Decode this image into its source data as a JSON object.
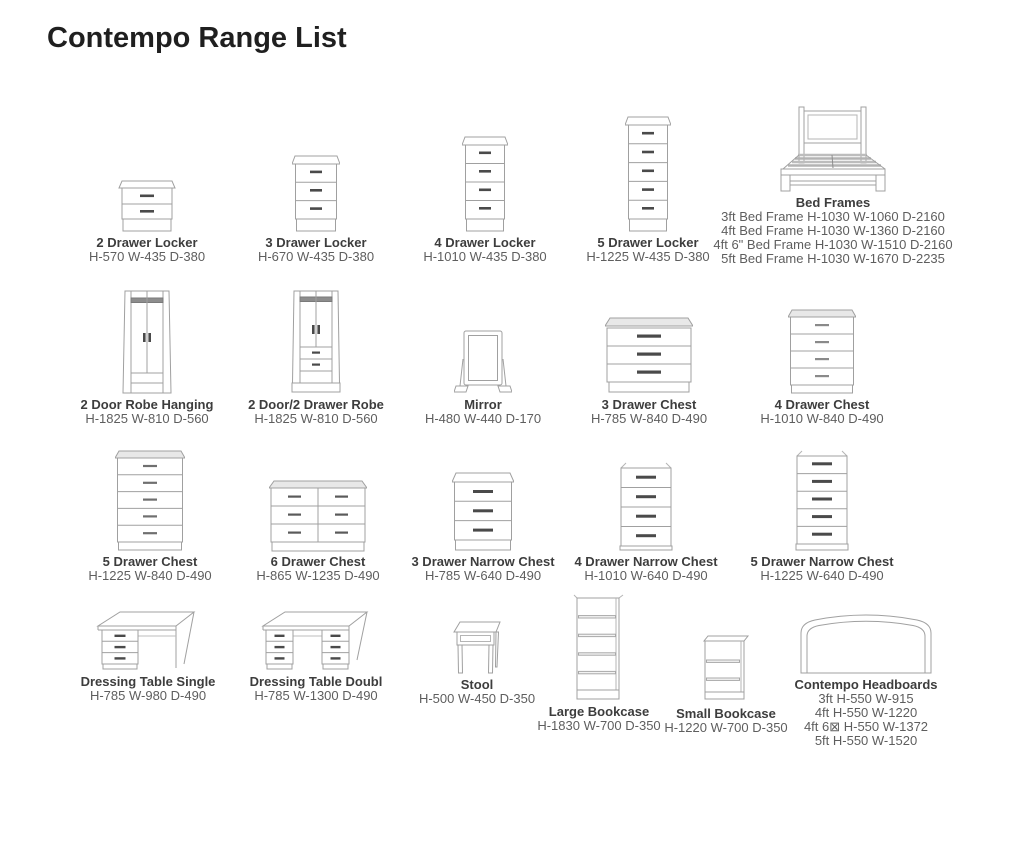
{
  "page": {
    "title": "Contempo Range List"
  },
  "colors": {
    "label": "#3d3d3d",
    "dims": "#5e5e5e",
    "line": "#a0a0a0",
    "handle": "#4a4a4a"
  },
  "items": [
    {
      "name": "2 Drawer Locker",
      "dims": "H-570 W-435 D-380"
    },
    {
      "name": "3 Drawer Locker",
      "dims": "H-670 W-435 D-380"
    },
    {
      "name": "4 Drawer Locker",
      "dims": "H-1010 W-435 D-380"
    },
    {
      "name": "5 Drawer Locker",
      "dims": "H-1225 W-435 D-380"
    },
    {
      "name": "Bed Frames",
      "lines": [
        "3ft Bed Frame H-1030 W-1060 D-2160",
        "4ft Bed Frame H-1030 W-1360 D-2160",
        "4ft 6\" Bed Frame H-1030 W-1510 D-2160",
        "5ft Bed Frame H-1030 W-1670 D-2235"
      ]
    },
    {
      "name": "2 Door Robe Hanging",
      "dims": "H-1825 W-810 D-560"
    },
    {
      "name": "2 Door/2 Drawer Robe",
      "dims": "H-1825 W-810 D-560"
    },
    {
      "name": "Mirror",
      "dims": "H-480 W-440 D-170"
    },
    {
      "name": "3 Drawer Chest",
      "dims": "H-785 W-840 D-490"
    },
    {
      "name": "4 Drawer Chest",
      "dims": "H-1010 W-840 D-490"
    },
    {
      "name": "5 Drawer Chest",
      "dims": "H-1225 W-840 D-490"
    },
    {
      "name": "6 Drawer Chest",
      "dims": "H-865 W-1235 D-490"
    },
    {
      "name": "3 Drawer Narrow Chest",
      "dims": "H-785 W-640 D-490"
    },
    {
      "name": "4 Drawer Narrow Chest",
      "dims": "H-1010 W-640 D-490"
    },
    {
      "name": "5 Drawer Narrow Chest",
      "dims": "H-1225 W-640 D-490"
    },
    {
      "name": "Dressing Table Single",
      "dims": "H-785 W-980 D-490"
    },
    {
      "name": "Dressing Table Doubl",
      "dims": "H-785 W-1300 D-490"
    },
    {
      "name": "Stool",
      "dims": "H-500 W-450 D-350"
    },
    {
      "name": "Large Bookcase",
      "dims": "H-1830 W-700 D-350"
    },
    {
      "name": "Small Bookcase",
      "dims": "H-1220 W-700 D-350"
    },
    {
      "name": "Contempo Headboards",
      "lines": [
        "3ft H-550 W-915",
        "4ft H-550 W-1220",
        "4ft 6⊠ H-550 W-1372",
        "5ft H-550 W-1520"
      ]
    }
  ]
}
